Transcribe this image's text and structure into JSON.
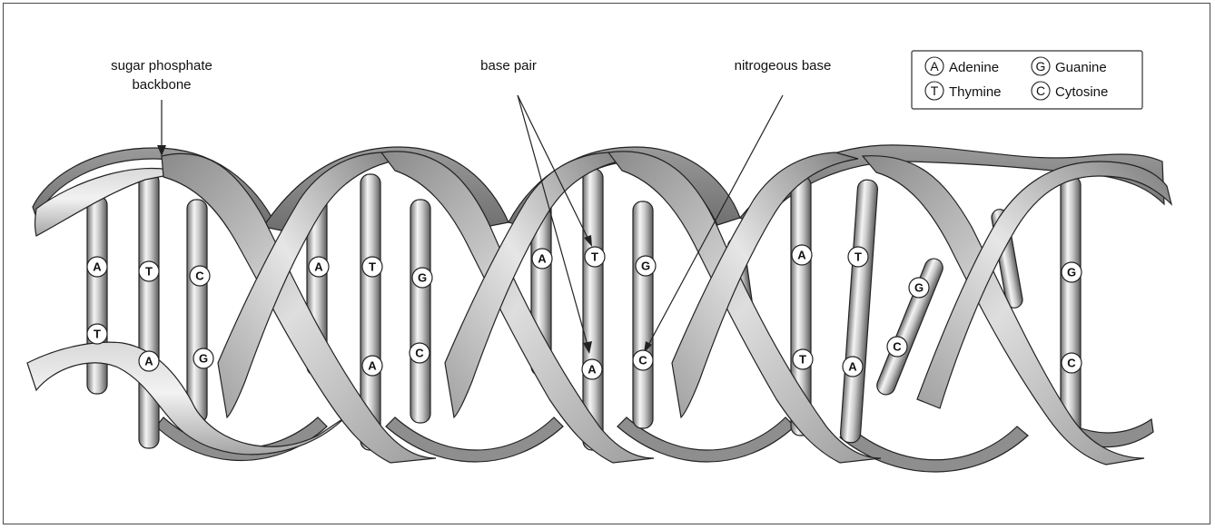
{
  "annotations": {
    "backbone_line1": "sugar phosphate",
    "backbone_line2": "backbone",
    "base_pair": "base pair",
    "nitrogeous_base": "nitrogeous base"
  },
  "legend": {
    "adenine_key": "A",
    "adenine_label": "Adenine",
    "thymine_key": "T",
    "thymine_label": "Thymine",
    "guanine_key": "G",
    "guanine_label": "Guanine",
    "cytosine_key": "C",
    "cytosine_label": "Cytosine"
  },
  "bases": [
    {
      "id": "b1",
      "letter": "A"
    },
    {
      "id": "b2",
      "letter": "T"
    },
    {
      "id": "b3",
      "letter": "T"
    },
    {
      "id": "b4",
      "letter": "A"
    },
    {
      "id": "b5",
      "letter": "C"
    },
    {
      "id": "b6",
      "letter": "G"
    },
    {
      "id": "b7",
      "letter": "A"
    },
    {
      "id": "b8",
      "letter": "T"
    },
    {
      "id": "b9",
      "letter": "A"
    },
    {
      "id": "b10",
      "letter": "G"
    },
    {
      "id": "b11",
      "letter": "C"
    },
    {
      "id": "b12",
      "letter": "A"
    },
    {
      "id": "b13",
      "letter": "T"
    },
    {
      "id": "b14",
      "letter": "A"
    },
    {
      "id": "b15",
      "letter": "G"
    },
    {
      "id": "b16",
      "letter": "C"
    },
    {
      "id": "b17",
      "letter": "A"
    },
    {
      "id": "b18",
      "letter": "T"
    },
    {
      "id": "b19",
      "letter": "T"
    },
    {
      "id": "b20",
      "letter": "A"
    },
    {
      "id": "b21",
      "letter": "G"
    },
    {
      "id": "b22",
      "letter": "C"
    },
    {
      "id": "b23",
      "letter": "G"
    },
    {
      "id": "b24",
      "letter": "C"
    }
  ],
  "colors": {
    "ribbon_light": "#ececec",
    "ribbon_mid": "#b9b9b9",
    "ribbon_dark": "#7a7a7a",
    "outline": "#222222"
  }
}
